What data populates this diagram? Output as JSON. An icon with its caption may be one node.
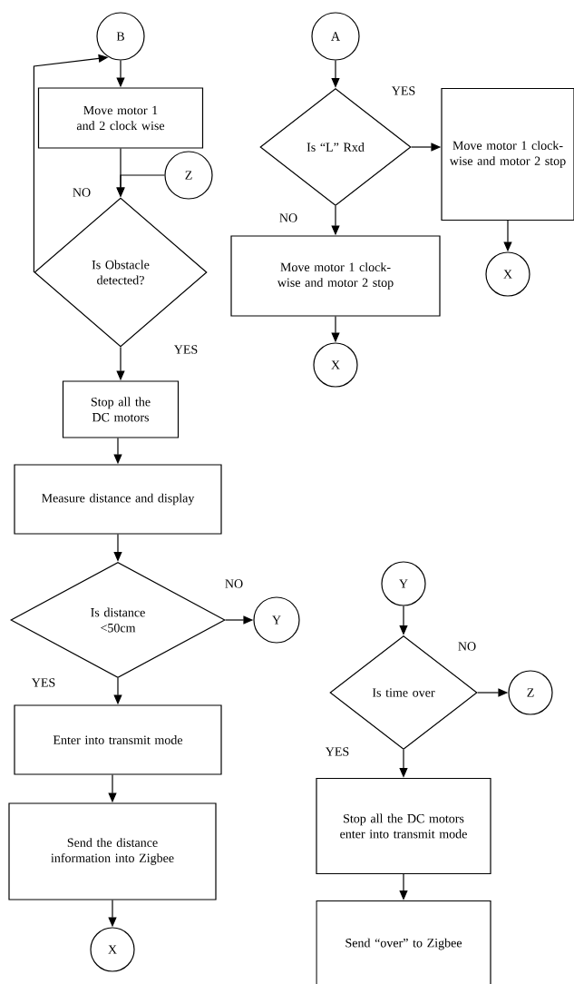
{
  "diagram": {
    "nodes": [
      {
        "text": [
          "B"
        ]
      },
      {
        "text": [
          "Move motor 1 and 2 clock wise"
        ]
      },
      {
        "text": [
          "Z"
        ]
      },
      {
        "text": [
          "Is Obstacle detected?"
        ]
      },
      {
        "text": [
          "Stop all the DC motors"
        ]
      },
      {
        "text": [
          "Measure distance and display"
        ]
      },
      {
        "text": [
          "Is distance <50cm"
        ]
      },
      {
        "text": [
          "Y"
        ]
      },
      {
        "text": [
          "Enter into transmit mode"
        ]
      },
      {
        "text": [
          "Send the distance information into Zigbee"
        ]
      },
      {
        "text": [
          "X"
        ]
      },
      {
        "text": [
          "A"
        ]
      },
      {
        "text": [
          "Is “L” Rxd"
        ]
      },
      {
        "text": [
          "Move motor 1 clock- wise and motor 2 stop"
        ]
      },
      {
        "text": [
          "Move motor 1 clock- wise and motor 2 stop"
        ]
      },
      {
        "text": [
          "X"
        ]
      },
      {
        "text": [
          "X"
        ]
      },
      {
        "text": [
          "Y"
        ]
      },
      {
        "text": [
          "Is time over"
        ]
      },
      {
        "text": [
          "Z"
        ]
      },
      {
        "text": [
          "Stop all the DC motors enter into transmit mode"
        ]
      },
      {
        "text": [
          "Send “over” to Zigbee"
        ]
      }
    ],
    "edges": [
      {
        "from": 0,
        "to": 1,
        "arrow": "to"
      },
      {
        "from": 2,
        "to": 3,
        "arrow": "to"
      },
      {
        "from": 1,
        "to": 3,
        "arrow": "to"
      },
      {
        "from": 3,
        "to": 0,
        "arrow": "to",
        "label": "NO"
      },
      {
        "from": 3,
        "to": 4,
        "arrow": "to",
        "label": "YES"
      },
      {
        "from": 4,
        "to": 5,
        "arrow": "to"
      },
      {
        "from": 5,
        "to": 6,
        "arrow": "to"
      },
      {
        "from": 6,
        "to": 7,
        "arrow": "to",
        "label": "NO"
      },
      {
        "from": 6,
        "to": 8,
        "arrow": "to",
        "label": "YES"
      },
      {
        "from": 8,
        "to": 9,
        "arrow": "to"
      },
      {
        "from": 9,
        "to": 10,
        "arrow": "to"
      },
      {
        "from": 11,
        "to": 12,
        "arrow": "to"
      },
      {
        "from": 12,
        "to": 13,
        "arrow": "to",
        "label": "YES"
      },
      {
        "from": 12,
        "to": 14,
        "arrow": "to",
        "label": "NO"
      },
      {
        "from": 14,
        "to": 15,
        "arrow": "to"
      },
      {
        "from": 13,
        "to": 16,
        "arrow": "to"
      },
      {
        "from": 17,
        "to": 18,
        "arrow": "to"
      },
      {
        "from": 18,
        "to": 19,
        "arrow": "to",
        "label": "NO"
      },
      {
        "from": 18,
        "to": 20,
        "arrow": "to",
        "label": "YES"
      },
      {
        "from": 20,
        "to": 21,
        "arrow": "to"
      }
    ]
  }
}
